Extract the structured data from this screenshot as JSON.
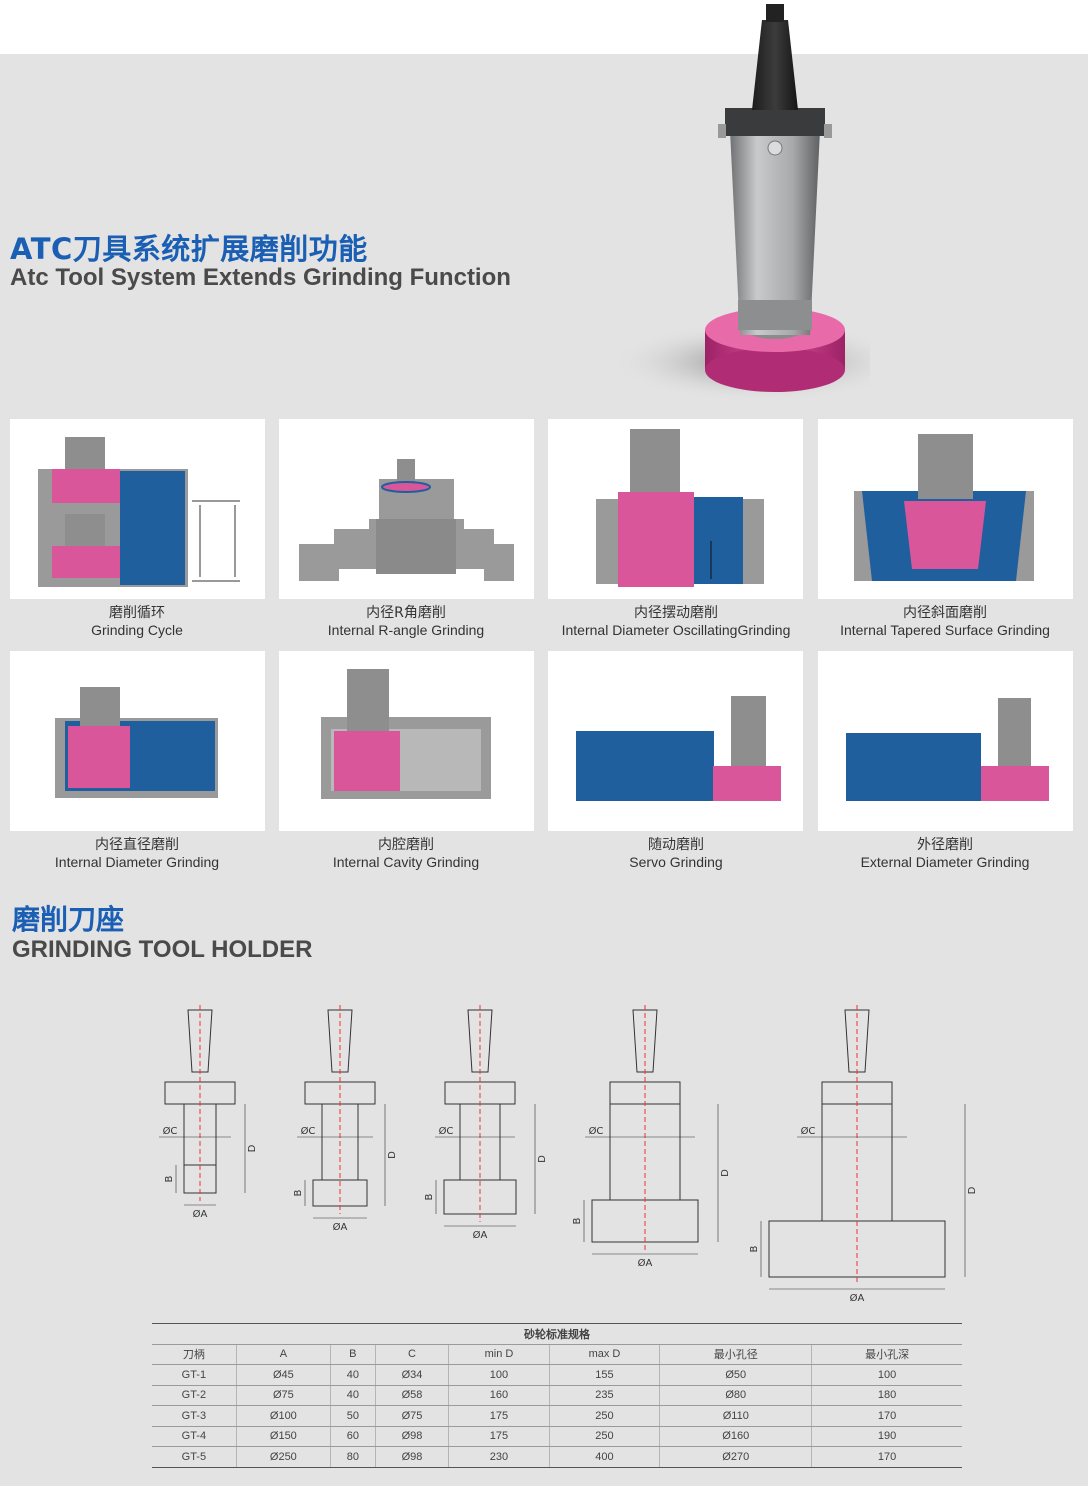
{
  "header": {
    "title_cn": "ATC刀具系统扩展磨削功能",
    "title_en": "Atc Tool System Extends Grinding Function"
  },
  "colors": {
    "accent": "#1a5fb4",
    "grinding_wheel": "#d9569b",
    "part_blue": "#1f5f9e",
    "steel": "#9a9a9a"
  },
  "functions": [
    {
      "cn": "磨削循环",
      "en": "Grinding Cycle"
    },
    {
      "cn": "内径R角磨削",
      "en": "Internal R-angle Grinding"
    },
    {
      "cn": "内径摆动磨削",
      "en": "Internal Diameter OscillatingGrinding"
    },
    {
      "cn": "内径斜面磨削",
      "en": "Internal Tapered Surface Grinding"
    },
    {
      "cn": "内径直径磨削",
      "en": "Internal Diameter Grinding"
    },
    {
      "cn": "内腔磨削",
      "en": "Internal Cavity Grinding"
    },
    {
      "cn": "随动磨削",
      "en": "Servo Grinding"
    },
    {
      "cn": "外径磨削",
      "en": "External Diameter Grinding"
    }
  ],
  "holder_section": {
    "title_cn": "磨削刀座",
    "title_en": "GRINDING TOOL HOLDER",
    "drawing_labels": {
      "a": "ØA",
      "b": "B",
      "c": "ØC",
      "d": "D"
    }
  },
  "spec_table": {
    "title": "砂轮标准规格",
    "headers": [
      "刀柄",
      "A",
      "B",
      "C",
      "min D",
      "max D",
      "最小孔径",
      "最小孔深"
    ],
    "rows": [
      [
        "GT-1",
        "Ø45",
        "40",
        "Ø34",
        "100",
        "155",
        "Ø50",
        "100"
      ],
      [
        "GT-2",
        "Ø75",
        "40",
        "Ø58",
        "160",
        "235",
        "Ø80",
        "180"
      ],
      [
        "GT-3",
        "Ø100",
        "50",
        "Ø75",
        "175",
        "250",
        "Ø110",
        "170"
      ],
      [
        "GT-4",
        "Ø150",
        "60",
        "Ø98",
        "175",
        "250",
        "Ø160",
        "190"
      ],
      [
        "GT-5",
        "Ø250",
        "80",
        "Ø98",
        "230",
        "400",
        "Ø270",
        "170"
      ]
    ]
  }
}
